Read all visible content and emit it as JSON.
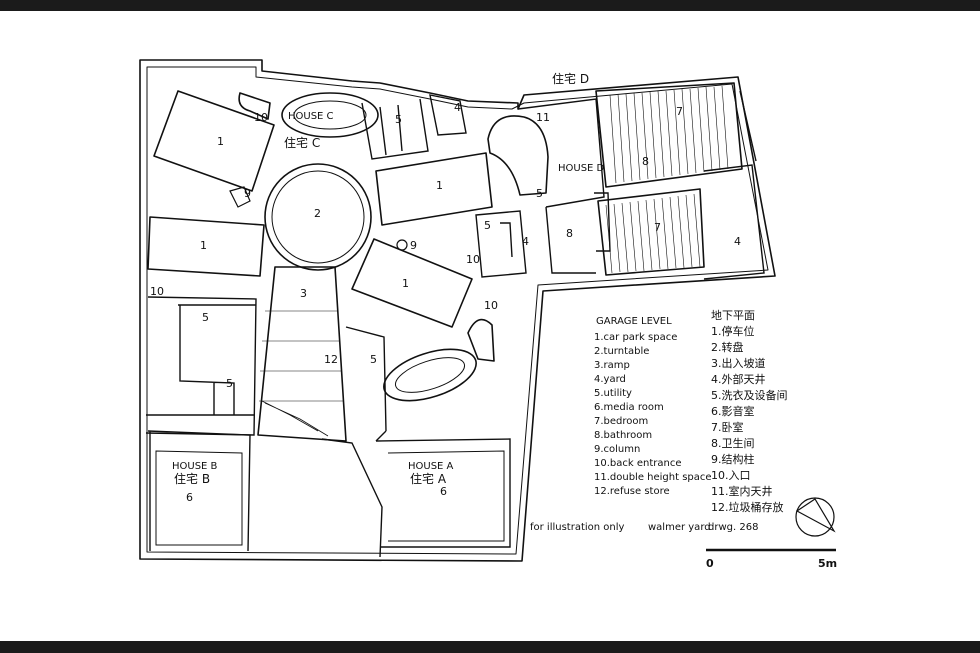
{
  "labels": {
    "house_a": "HOUSE  A",
    "house_a_cn": "住宅 A",
    "house_b": "HOUSE  B",
    "house_b_cn": "住宅 B",
    "house_c": "HOUSE C",
    "house_c_cn": "住宅 C",
    "house_d": "HOUSE  D",
    "house_d_cn": "住宅 D"
  },
  "rooms": {
    "n1": "1",
    "n2": "2",
    "n3": "3",
    "n4": "4",
    "n5": "5",
    "n6": "6",
    "n7": "7",
    "n8": "8",
    "n9": "9",
    "n10": "10",
    "n11": "11",
    "n12": "12"
  },
  "legend": {
    "title": "GARAGE LEVEL",
    "items": [
      "1.car park space",
      "2.turntable",
      "3.ramp",
      "4.yard",
      "5.utility",
      "6.media room",
      "7.bedroom",
      "8.bathroom",
      "9.column",
      "10.back entrance",
      "11.double height space",
      "12.refuse store"
    ]
  },
  "legend_cn": {
    "title": "地下平面",
    "items": [
      "1.停车位",
      "2.转盘",
      "3.出入坡道",
      "4.外部天井",
      "5.洗衣及设备间",
      "6.影音室",
      "7.卧室",
      "8.卫生间",
      "9.结构柱",
      "10.入口",
      "11.室内天井",
      "12.垃圾桶存放"
    ]
  },
  "footer": {
    "note": "for illustration only",
    "project": "walmer yard",
    "drawing": "drwg. 268"
  },
  "scale": {
    "start": "0",
    "end": "5m"
  }
}
